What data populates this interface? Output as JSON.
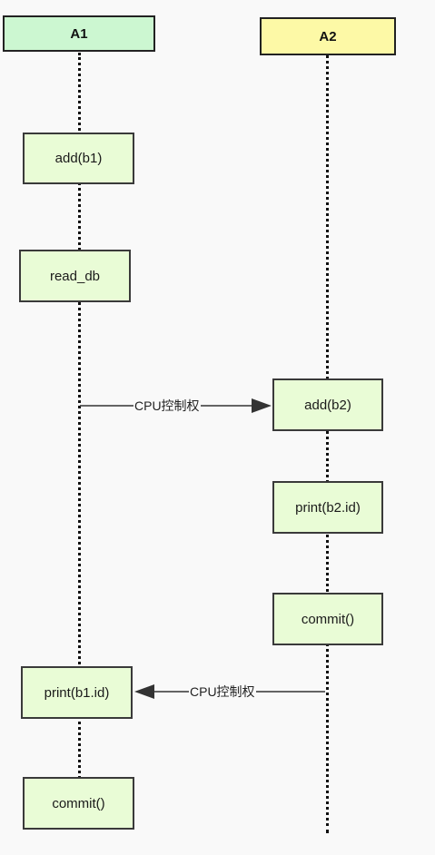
{
  "lanes": {
    "a1": {
      "label": "A1",
      "color": "#ccf7d1"
    },
    "a2": {
      "label": "A2",
      "color": "#fdf9a6"
    }
  },
  "a1_steps": [
    "add(b1)",
    "read_db",
    "print(b1.id)",
    "commit()"
  ],
  "a2_steps": [
    "add(b2)",
    "print(b2.id)",
    "commit()"
  ],
  "messages": [
    {
      "label": "CPU控制权",
      "from": "A1",
      "to": "A2"
    },
    {
      "label": "CPU控制权",
      "from": "A2",
      "to": "A1"
    }
  ],
  "colors": {
    "box_fill": "#e9fcd6",
    "line": "#111111",
    "arrow": "#333333"
  }
}
